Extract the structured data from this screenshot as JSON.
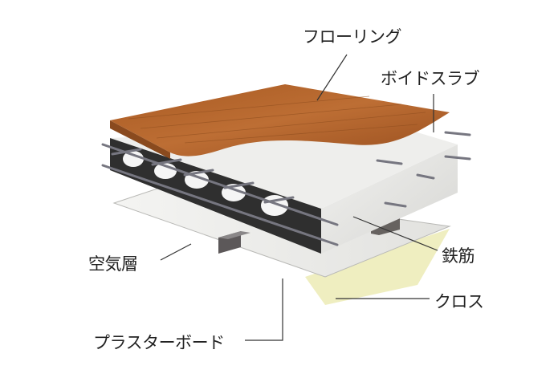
{
  "diagram": {
    "type": "floor-cross-section",
    "labels": {
      "flooring": "フローリング",
      "void_slab": "ボイドスラブ",
      "air_layer": "空気層",
      "rebar": "鉄筋",
      "cloth": "クロス",
      "plasterboard": "プラスターボード"
    },
    "colors": {
      "wood": "#b0652c",
      "wood_dark": "#8a4a1e",
      "concrete_side": "#e6e6e3",
      "concrete_dark": "#2e2e2e",
      "rebar": "#6f7078",
      "plasterboard": "#f2f2f0",
      "cloth": "#efeec0",
      "leader_line": "#333333"
    }
  }
}
